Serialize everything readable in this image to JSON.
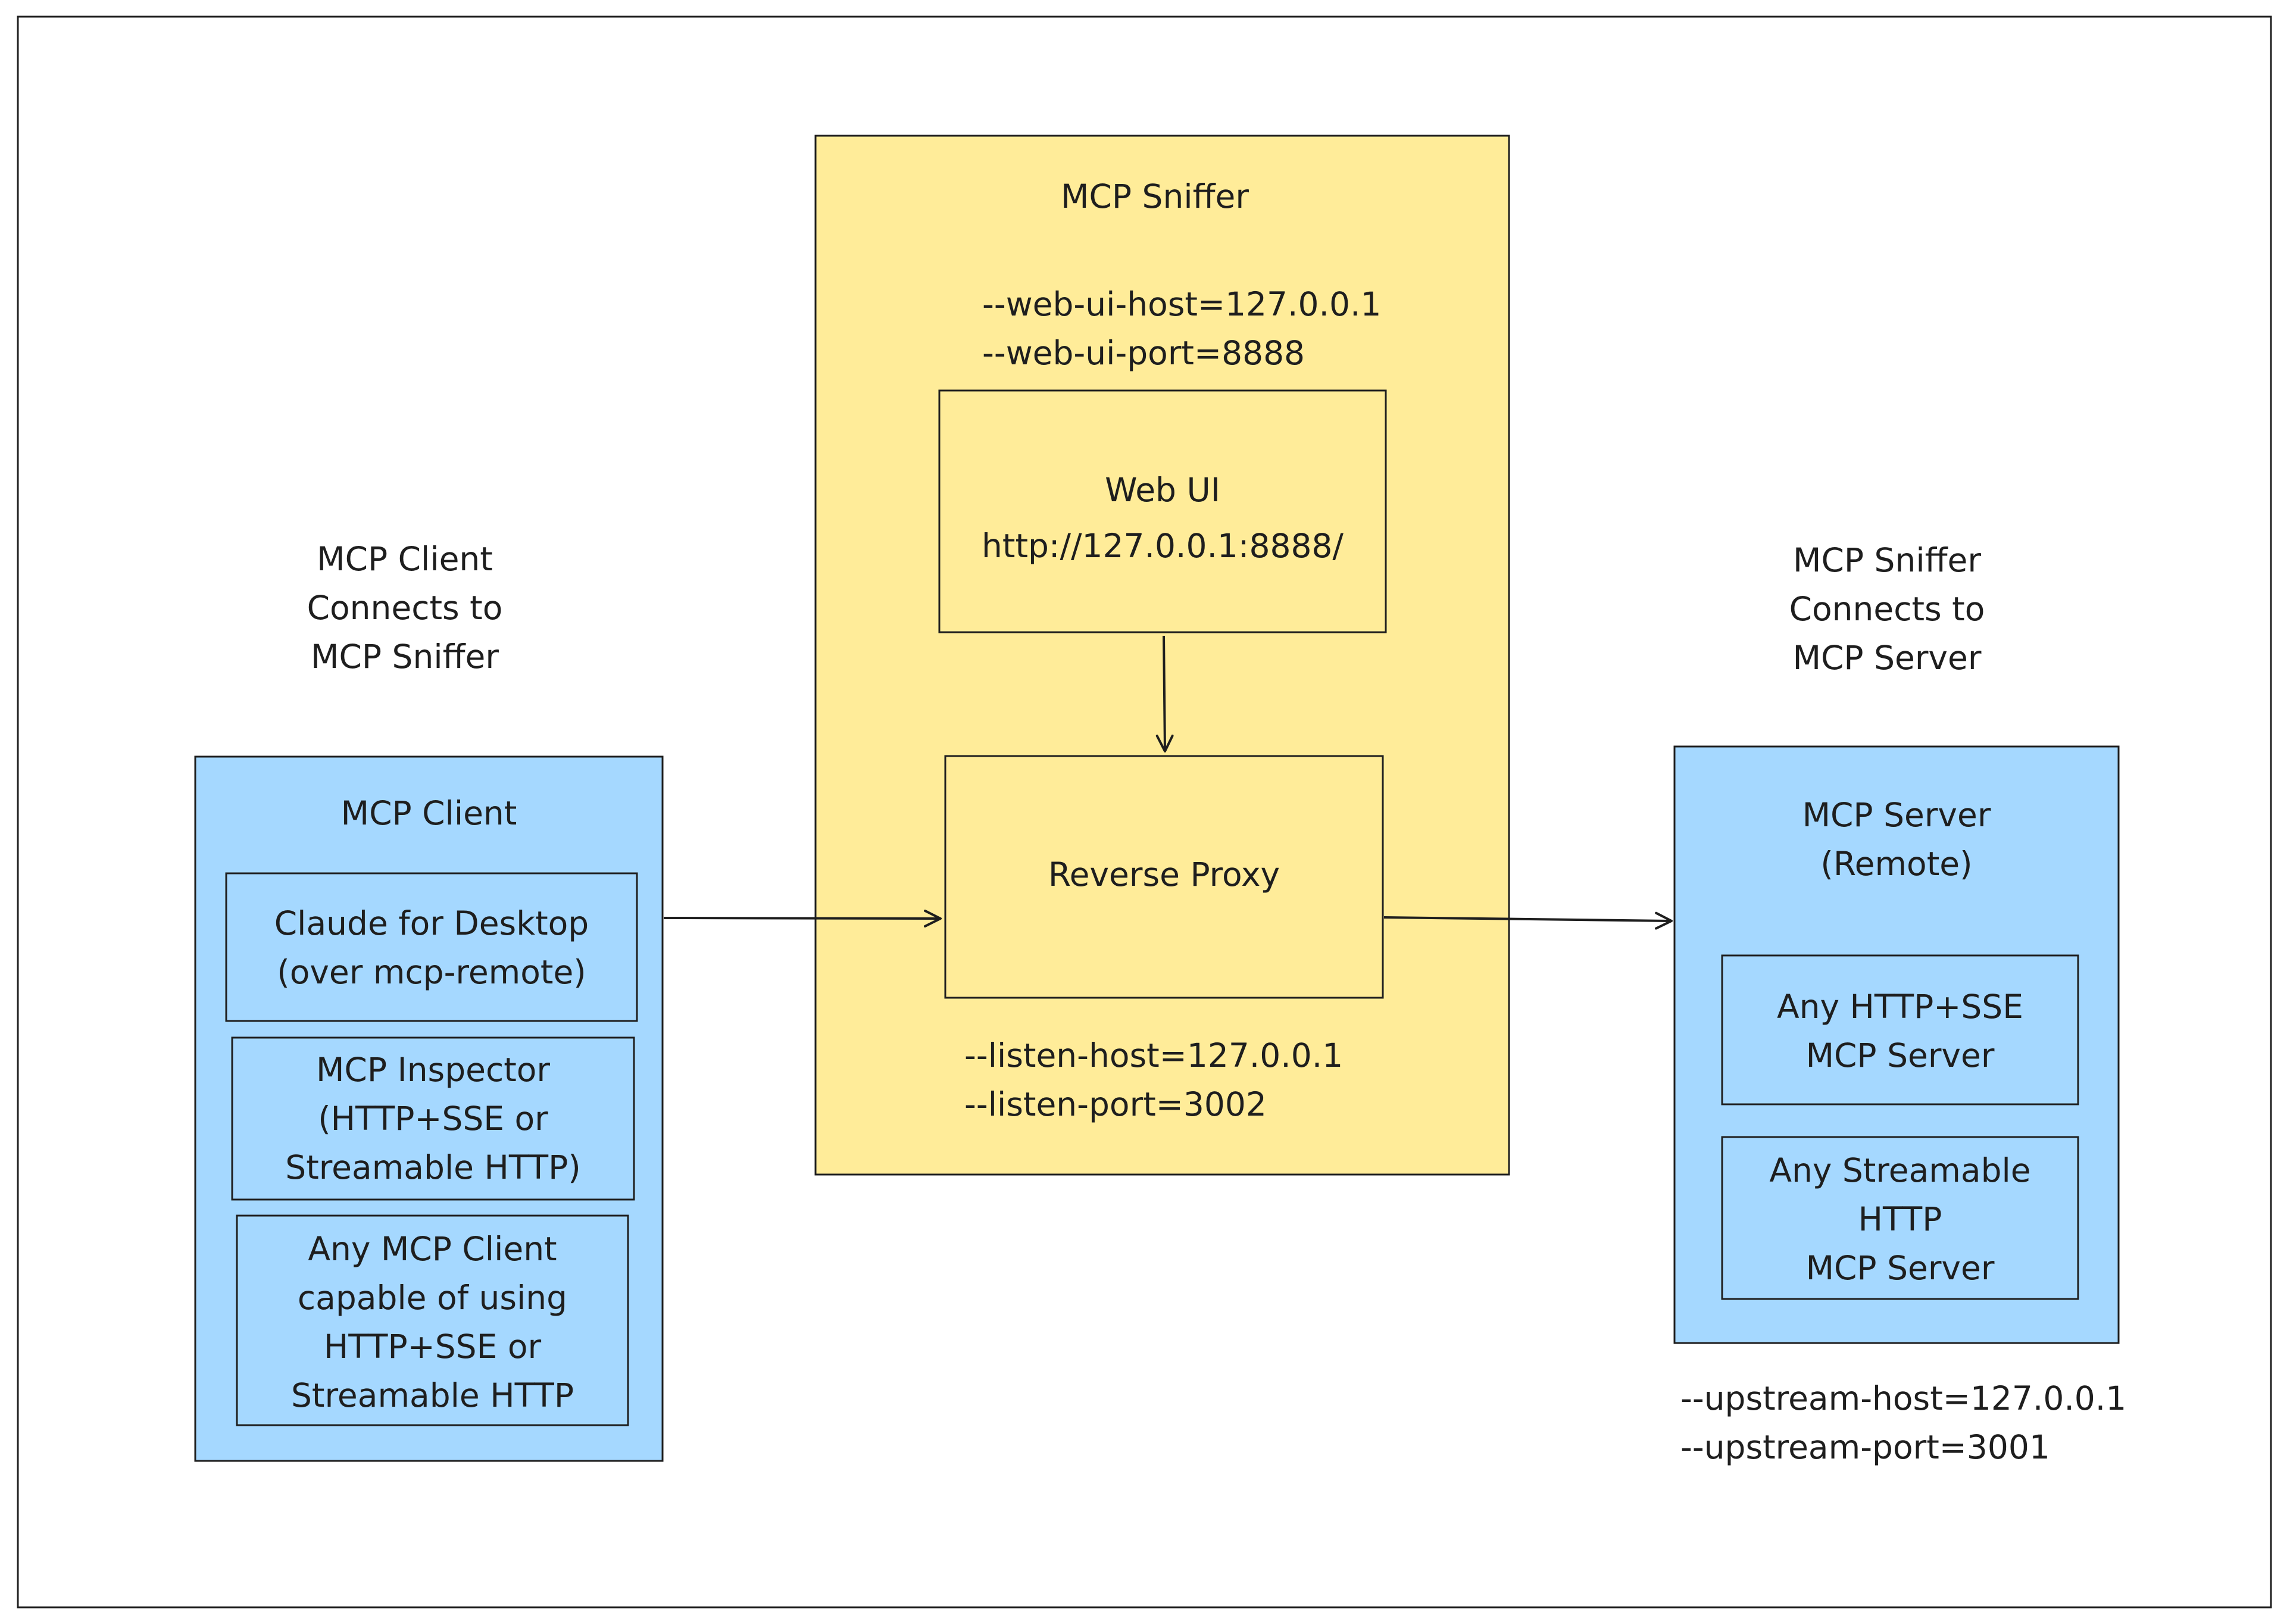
{
  "colors": {
    "stroke": "#1e1e1e",
    "yellow_fill": "#ffec99",
    "blue_fill": "#a5d8ff",
    "background": "#ffffff"
  },
  "sniffer": {
    "title": "MCP Sniffer",
    "web_ui_flags": [
      "--web-ui-host=127.0.0.1",
      "--web-ui-port=8888"
    ],
    "web_ui": {
      "title": "Web UI",
      "url": "http://127.0.0.1:8888/"
    },
    "reverse_proxy": {
      "label": "Reverse Proxy"
    },
    "listen_flags": [
      "--listen-host=127.0.0.1",
      "--listen-port=3002"
    ]
  },
  "client_note": [
    "MCP Client",
    "Connects to",
    "MCP Sniffer"
  ],
  "server_note": [
    "MCP Sniffer",
    "Connects to",
    "MCP Server"
  ],
  "client": {
    "title": "MCP Client",
    "items": [
      [
        "Claude for Desktop",
        "(over mcp-remote)"
      ],
      [
        "MCP Inspector",
        "(HTTP+SSE or",
        "Streamable HTTP)"
      ],
      [
        "Any MCP Client",
        "capable of using",
        "HTTP+SSE or",
        "Streamable HTTP"
      ]
    ]
  },
  "server": {
    "title": [
      "MCP Server",
      "(Remote)"
    ],
    "items": [
      [
        "Any HTTP+SSE",
        "MCP Server"
      ],
      [
        "Any Streamable",
        "HTTP",
        "MCP Server"
      ]
    ]
  },
  "upstream_flags": [
    "--upstream-host=127.0.0.1",
    "--upstream-port=3001"
  ]
}
